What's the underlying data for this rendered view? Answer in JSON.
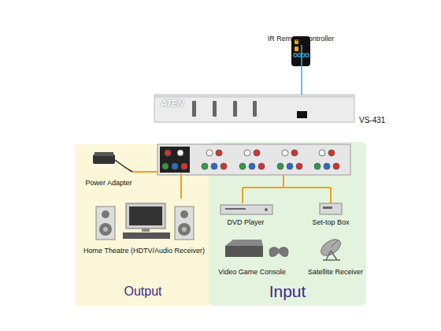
{
  "diagram": {
    "nodes": [
      {
        "text": [
          "Output"
        ]
      },
      {
        "text": [
          "Home Theatre (HDTV/Audio Receiver)"
        ],
        "in": 0
      },
      {
        "text": [
          "Input"
        ]
      },
      {
        "text": [
          "DVD Player"
        ],
        "in": 2
      },
      {
        "text": [
          "Set-top Box"
        ],
        "in": 2
      },
      {
        "text": [
          "Video Game Console"
        ],
        "in": 2
      },
      {
        "text": [
          "Satellite Receiver"
        ],
        "in": 2
      },
      {
        "text": [
          "IR Remote Controller"
        ]
      },
      {
        "text": [
          "ATEN",
          "VS-431"
        ]
      },
      {
        "text": [
          "Power Adapter"
        ]
      }
    ],
    "edges": [
      {
        "from": 7,
        "to": 8,
        "arrow": "none"
      }
    ]
  }
}
